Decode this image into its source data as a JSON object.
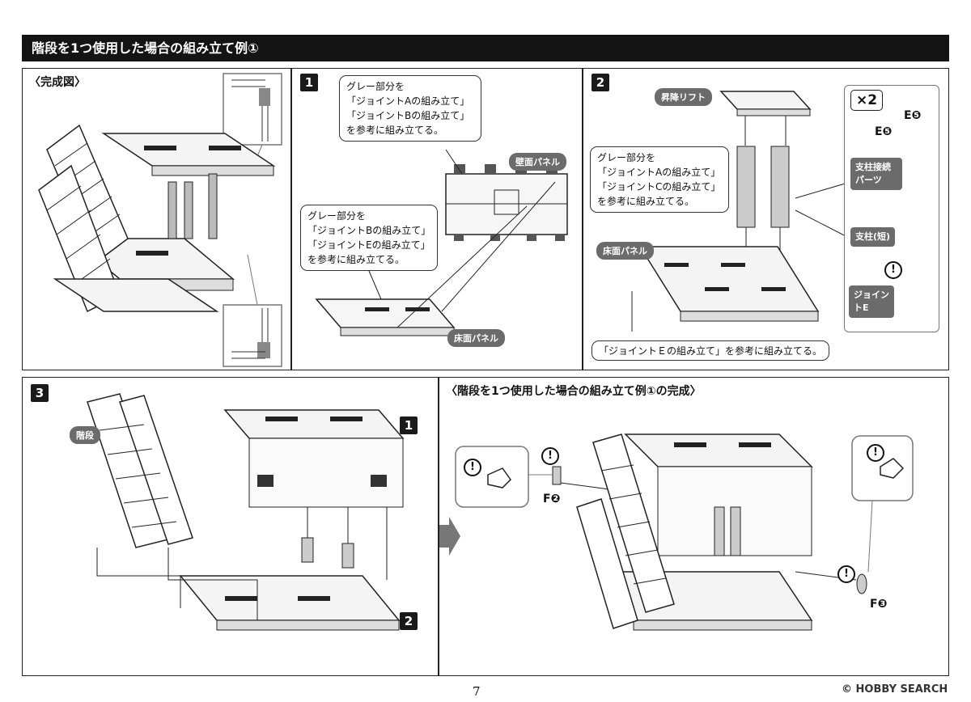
{
  "header": {
    "title": "階段を1つ使用した場合の組み立て例①"
  },
  "complete_panel": {
    "label": "〈完成図〉"
  },
  "step1": {
    "number": "1",
    "callout_top": [
      "グレー部分を",
      "「ジョイントAの組み立て」",
      "「ジョイントBの組み立て」",
      "を参考に組み立てる。"
    ],
    "callout_left": [
      "グレー部分を",
      "「ジョイントBの組み立て」",
      "「ジョイントEの組み立て」",
      "を参考に組み立てる。"
    ],
    "tag_wall": "壁面パネル",
    "tag_floor": "床面パネル"
  },
  "step2": {
    "number": "2",
    "tag_lift": "昇降リフト",
    "callout": [
      "グレー部分を",
      "「ジョイントAの組み立て」",
      "「ジョイントCの組み立て」",
      "を参考に組み立てる。"
    ],
    "tag_floor": "床面パネル",
    "multiplier": "×2",
    "part_e5_a": "E❺",
    "part_e5_b": "E❺",
    "tag_support_connector": "支柱接続パーツ",
    "tag_support_short": "支柱(短)",
    "tag_joint_e": "ジョイントE",
    "bottom_note": "「ジョイントＥの組み立て」を参考に組み立てる。"
  },
  "step3": {
    "number": "3",
    "tag_stairs": "階段",
    "ref_1": "1",
    "ref_2": "2"
  },
  "result_panel": {
    "label": "〈階段を1つ使用した場合の組み立て例①の完成〉",
    "part_f2": "F❷",
    "part_f3": "F❸"
  },
  "footer": {
    "page_number": "7",
    "watermark": "© HOBBY SEARCH"
  },
  "colors": {
    "title_bg": "#141414",
    "tag_gray": "#6b6b6b",
    "line": "#222222"
  }
}
